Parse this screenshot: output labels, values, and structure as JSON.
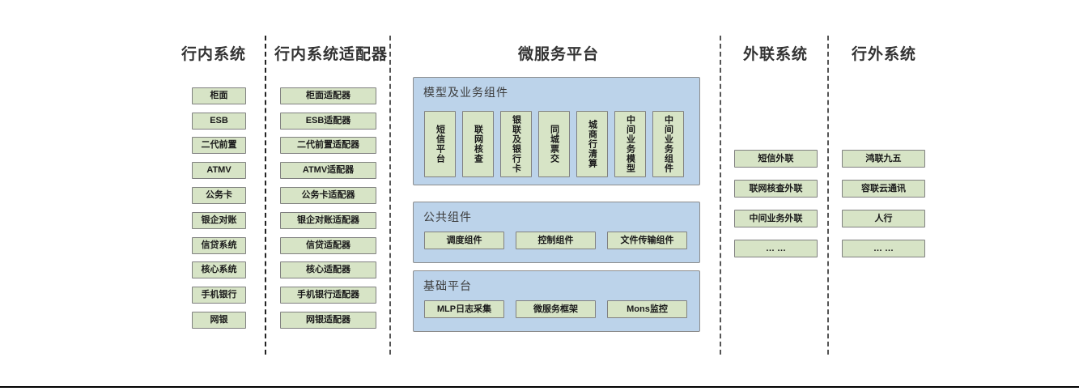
{
  "columns": [
    {
      "id": "internal-systems",
      "title": "行内系统",
      "items": [
        "柜面",
        "ESB",
        "二代前置",
        "ATMV",
        "公务卡",
        "银企对账",
        "信贷系统",
        "核心系统",
        "手机银行",
        "网银"
      ]
    },
    {
      "id": "internal-system-adapters",
      "title": "行内系统适配器",
      "items": [
        "柜面适配器",
        "ESB适配器",
        "二代前置适配器",
        "ATMV适配器",
        "公务卡适配器",
        "银企对账适配器",
        "信贷适配器",
        "核心适配器",
        "手机银行适配器",
        "网银适配器"
      ]
    },
    {
      "id": "microservice-platform",
      "title": "微服务平台"
    },
    {
      "id": "external-liaison-systems",
      "title": "外联系统",
      "items": [
        "短信外联",
        "联网核查外联",
        "中间业务外联",
        "… …"
      ]
    },
    {
      "id": "outside-bank-systems",
      "title": "行外系统",
      "items": [
        "鸿联九五",
        "容联云通讯",
        "人行",
        "… …"
      ]
    }
  ],
  "platform": {
    "panels": [
      {
        "id": "model-and-business-components",
        "title": "模型及业务组件",
        "orientation": "vertical",
        "items": [
          "短信平台",
          "联网核查",
          "银联及银行卡",
          "同城票交",
          "城商行清算",
          "中间业务模型",
          "中间业务组件"
        ]
      },
      {
        "id": "public-components",
        "title": "公共组件",
        "orientation": "horizontal",
        "items": [
          "调度组件",
          "控制组件",
          "文件传输组件"
        ]
      },
      {
        "id": "base-platform",
        "title": "基础平台",
        "orientation": "horizontal",
        "items": [
          "MLP日志采集",
          "微服务框架",
          "Mons监控"
        ]
      }
    ]
  },
  "colors": {
    "box_fill": "#d7e4c6",
    "box_border": "#808080",
    "panel_fill": "#bcd3ea",
    "panel_border": "#8c8c8c",
    "title_text": "#333333",
    "divider": "#222222",
    "background": "#ffffff"
  }
}
